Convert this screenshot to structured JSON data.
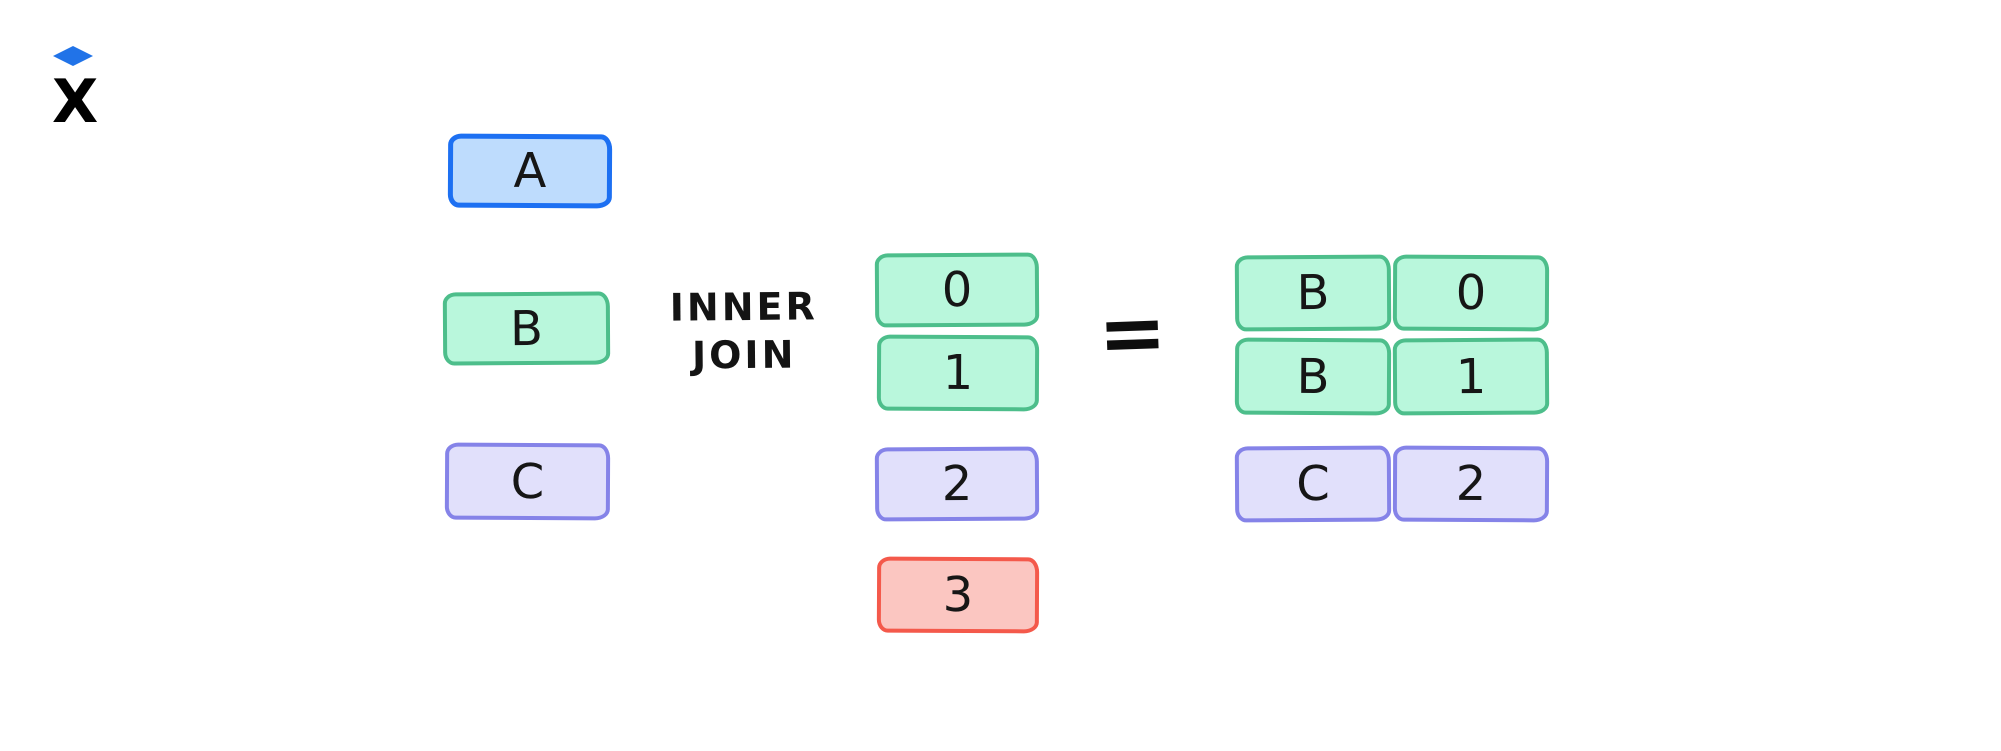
{
  "logo": {
    "letter": "X",
    "diamond_color": "#2173e8",
    "letter_color": "#000000"
  },
  "diagram": {
    "title_semantic": "inner-join-illustration",
    "left_column": {
      "cells": [
        {
          "label": "A",
          "variant": "blue"
        },
        {
          "label": "B",
          "variant": "green"
        },
        {
          "label": "C",
          "variant": "purple"
        }
      ]
    },
    "operator_label": {
      "line1": "INNER",
      "line2": "JOIN"
    },
    "key_column": {
      "cells": [
        {
          "label": "0",
          "variant": "green"
        },
        {
          "label": "1",
          "variant": "green"
        },
        {
          "label": "2",
          "variant": "purple"
        },
        {
          "label": "3",
          "variant": "red"
        }
      ]
    },
    "equals": "=",
    "result_grid": {
      "rows": [
        {
          "left": "B",
          "right": "0",
          "variant": "green"
        },
        {
          "left": "B",
          "right": "1",
          "variant": "green"
        },
        {
          "left": "C",
          "right": "2",
          "variant": "purple"
        }
      ]
    }
  },
  "colors": {
    "background": "#ffffff",
    "text": "#161616",
    "blue_fill": "#bedcfd",
    "blue_border": "#1d70f2",
    "green_fill": "#b9f7dc",
    "green_border": "#4dbe8b",
    "purple_fill": "#e1e0fb",
    "purple_border": "#8583e8",
    "red_fill": "#fbc6c1",
    "red_border": "#f4594b"
  }
}
